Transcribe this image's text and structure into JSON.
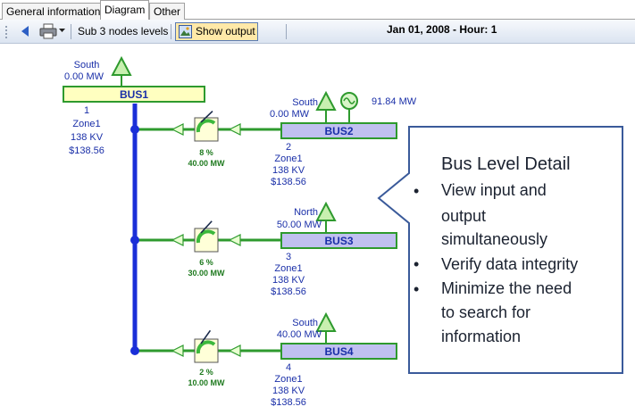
{
  "tabs": [
    {
      "label": "General information",
      "active": false
    },
    {
      "label": "Diagram",
      "active": true
    },
    {
      "label": "Other",
      "active": false
    }
  ],
  "toolbar": {
    "sub_nodes_label": "Sub 3 nodes levels",
    "show_output_label": "Show output",
    "date_label": "Jan 01, 2008 - Hour: 1",
    "icons": [
      "back-arrow-icon",
      "print-icon",
      "dropdown-arrow-icon",
      "show-output-icon"
    ]
  },
  "colors": {
    "bus_fill": "#ffffc0",
    "bus_fill_2": "#c0c0f0",
    "line_green": "#2e9a2e",
    "line_blue": "#1a2fd8",
    "text_blue": "#1a2fa8",
    "callout_border": "#3a5a9a"
  },
  "buses": [
    {
      "name": "BUS1",
      "region": "South",
      "load": "0.00 MW",
      "number": "1",
      "zone": "Zone1",
      "voltage": "138 KV",
      "price": "$138.56"
    },
    {
      "name": "BUS2",
      "region": "South",
      "load": "0.00 MW",
      "number": "2",
      "zone": "Zone1",
      "voltage": "138 KV",
      "price": "$138.56",
      "gen": "91.84 MW"
    },
    {
      "name": "BUS3",
      "region": "North",
      "load": "50.00 MW",
      "number": "3",
      "zone": "Zone1",
      "voltage": "138 KV",
      "price": "$138.56"
    },
    {
      "name": "BUS4",
      "region": "South",
      "load": "40.00 MW",
      "number": "4",
      "zone": "Zone1",
      "voltage": "138 KV",
      "price": "$138.56"
    }
  ],
  "lines": [
    {
      "pct": "8 %",
      "flow": "40.00 MW",
      "gauge": 0.08
    },
    {
      "pct": "6 %",
      "flow": "30.00 MW",
      "gauge": 0.06
    },
    {
      "pct": "2 %",
      "flow": "10.00 MW",
      "gauge": 0.02
    }
  ],
  "callout": {
    "title": "Bus Level Detail",
    "bullets": [
      {
        "lines": [
          "View input and",
          "output",
          "simultaneously"
        ]
      },
      {
        "lines": [
          "Verify data integrity"
        ]
      },
      {
        "lines": [
          "Minimize the need",
          "to search for",
          "information"
        ]
      }
    ]
  }
}
